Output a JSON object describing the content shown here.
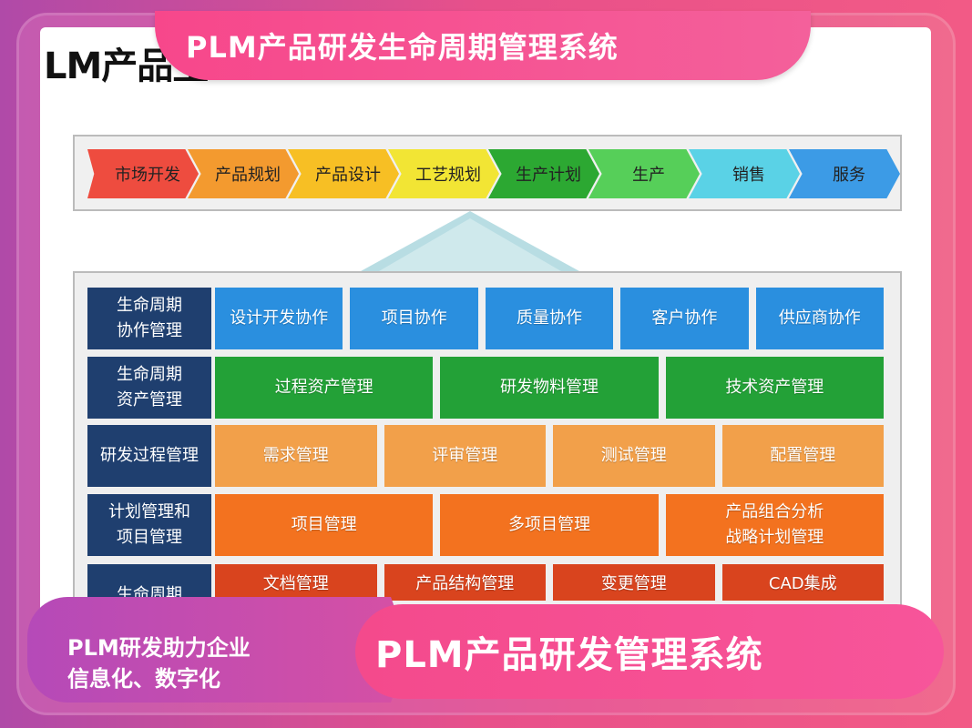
{
  "header": {
    "title": "PLM产品研发生命周期管理系统",
    "inner_title": "LM产品生"
  },
  "chain": [
    {
      "label": "市场开发",
      "color": "#ee4c3f"
    },
    {
      "label": "产品规划",
      "color": "#f39a2f"
    },
    {
      "label": "产品设计",
      "color": "#f7bf24"
    },
    {
      "label": "工艺规划",
      "color": "#f2e534"
    },
    {
      "label": "生产计划",
      "color": "#2ca832"
    },
    {
      "label": "生产",
      "color": "#56cf59"
    },
    {
      "label": "销售",
      "color": "#5ad2e6"
    },
    {
      "label": "服务",
      "color": "#3c9be6"
    }
  ],
  "matrix": [
    {
      "head": "生命周期\n协作管理",
      "color": "#2a8fdf",
      "cells": [
        "设计开发协作",
        "项目协作",
        "质量协作",
        "客户协作",
        "供应商协作"
      ]
    },
    {
      "head": "生命周期\n资产管理",
      "color": "#23a137",
      "cells": [
        "过程资产管理",
        "研发物料管理",
        "技术资产管理"
      ]
    },
    {
      "head": "研发过程管理",
      "color": "#f2a04a",
      "cells": [
        "需求管理",
        "评审管理",
        "测试管理",
        "配置管理"
      ]
    },
    {
      "head": "计划管理和\n项目管理",
      "color": "#f3721f",
      "cells": [
        "项目管理",
        "多项目管理",
        "产品组合分析\n战略计划管理"
      ]
    },
    {
      "head": "生命周期",
      "color": "#d9441e",
      "cells": [
        "文档管理",
        "产品结构管理",
        "变更管理",
        "CAD集成"
      ]
    }
  ],
  "footer": {
    "left_line1": "PLM研发助力企业",
    "left_line2": "信息化、数字化",
    "right": "PLM产品研发管理系统"
  }
}
